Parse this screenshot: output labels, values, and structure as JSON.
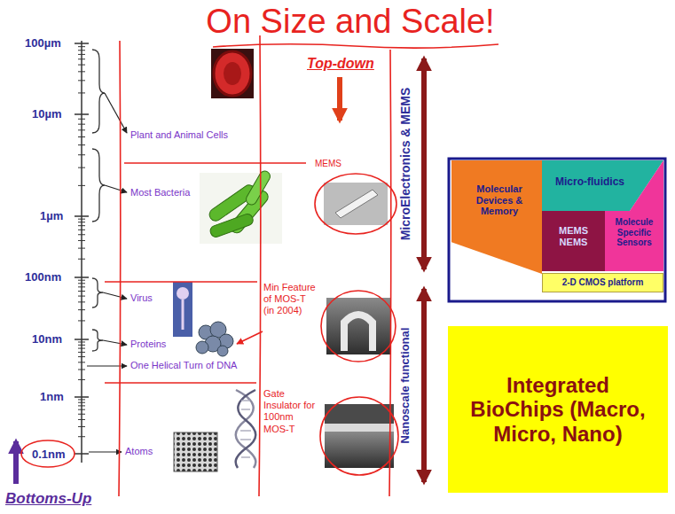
{
  "diagram": {
    "title": "On Size and Scale!",
    "nodes": [
      {
        "text": [
          "Molecular Devices & Memory"
        ]
      },
      {
        "text": [
          "Micro-fluidics"
        ]
      },
      {
        "text": [
          "Molecule Specific Sensors"
        ]
      },
      {
        "text": [
          "MEMS NEMS"
        ]
      },
      {
        "text": [
          "2-D CMOS platform"
        ]
      },
      {
        "text": [
          "Integrated BioChips (Macro, Micro, Nano)"
        ]
      }
    ],
    "labels": [
      "100µm",
      "10µm",
      "1µm",
      "100nm",
      "10nm",
      "1nm",
      "0.1nm",
      "Bottoms-Up",
      "Plant and Animal Cells",
      "Most Bacteria",
      "Virus",
      "Proteins",
      "One Helical Turn of DNA",
      "Atoms",
      "Top-down",
      "MEMS",
      "Min Feature of MOS-T (in 2004)",
      "Gate Insulator for 100nm MOS-T",
      "MicroElectronics & MEMS",
      "Nanoscale functional"
    ]
  }
}
